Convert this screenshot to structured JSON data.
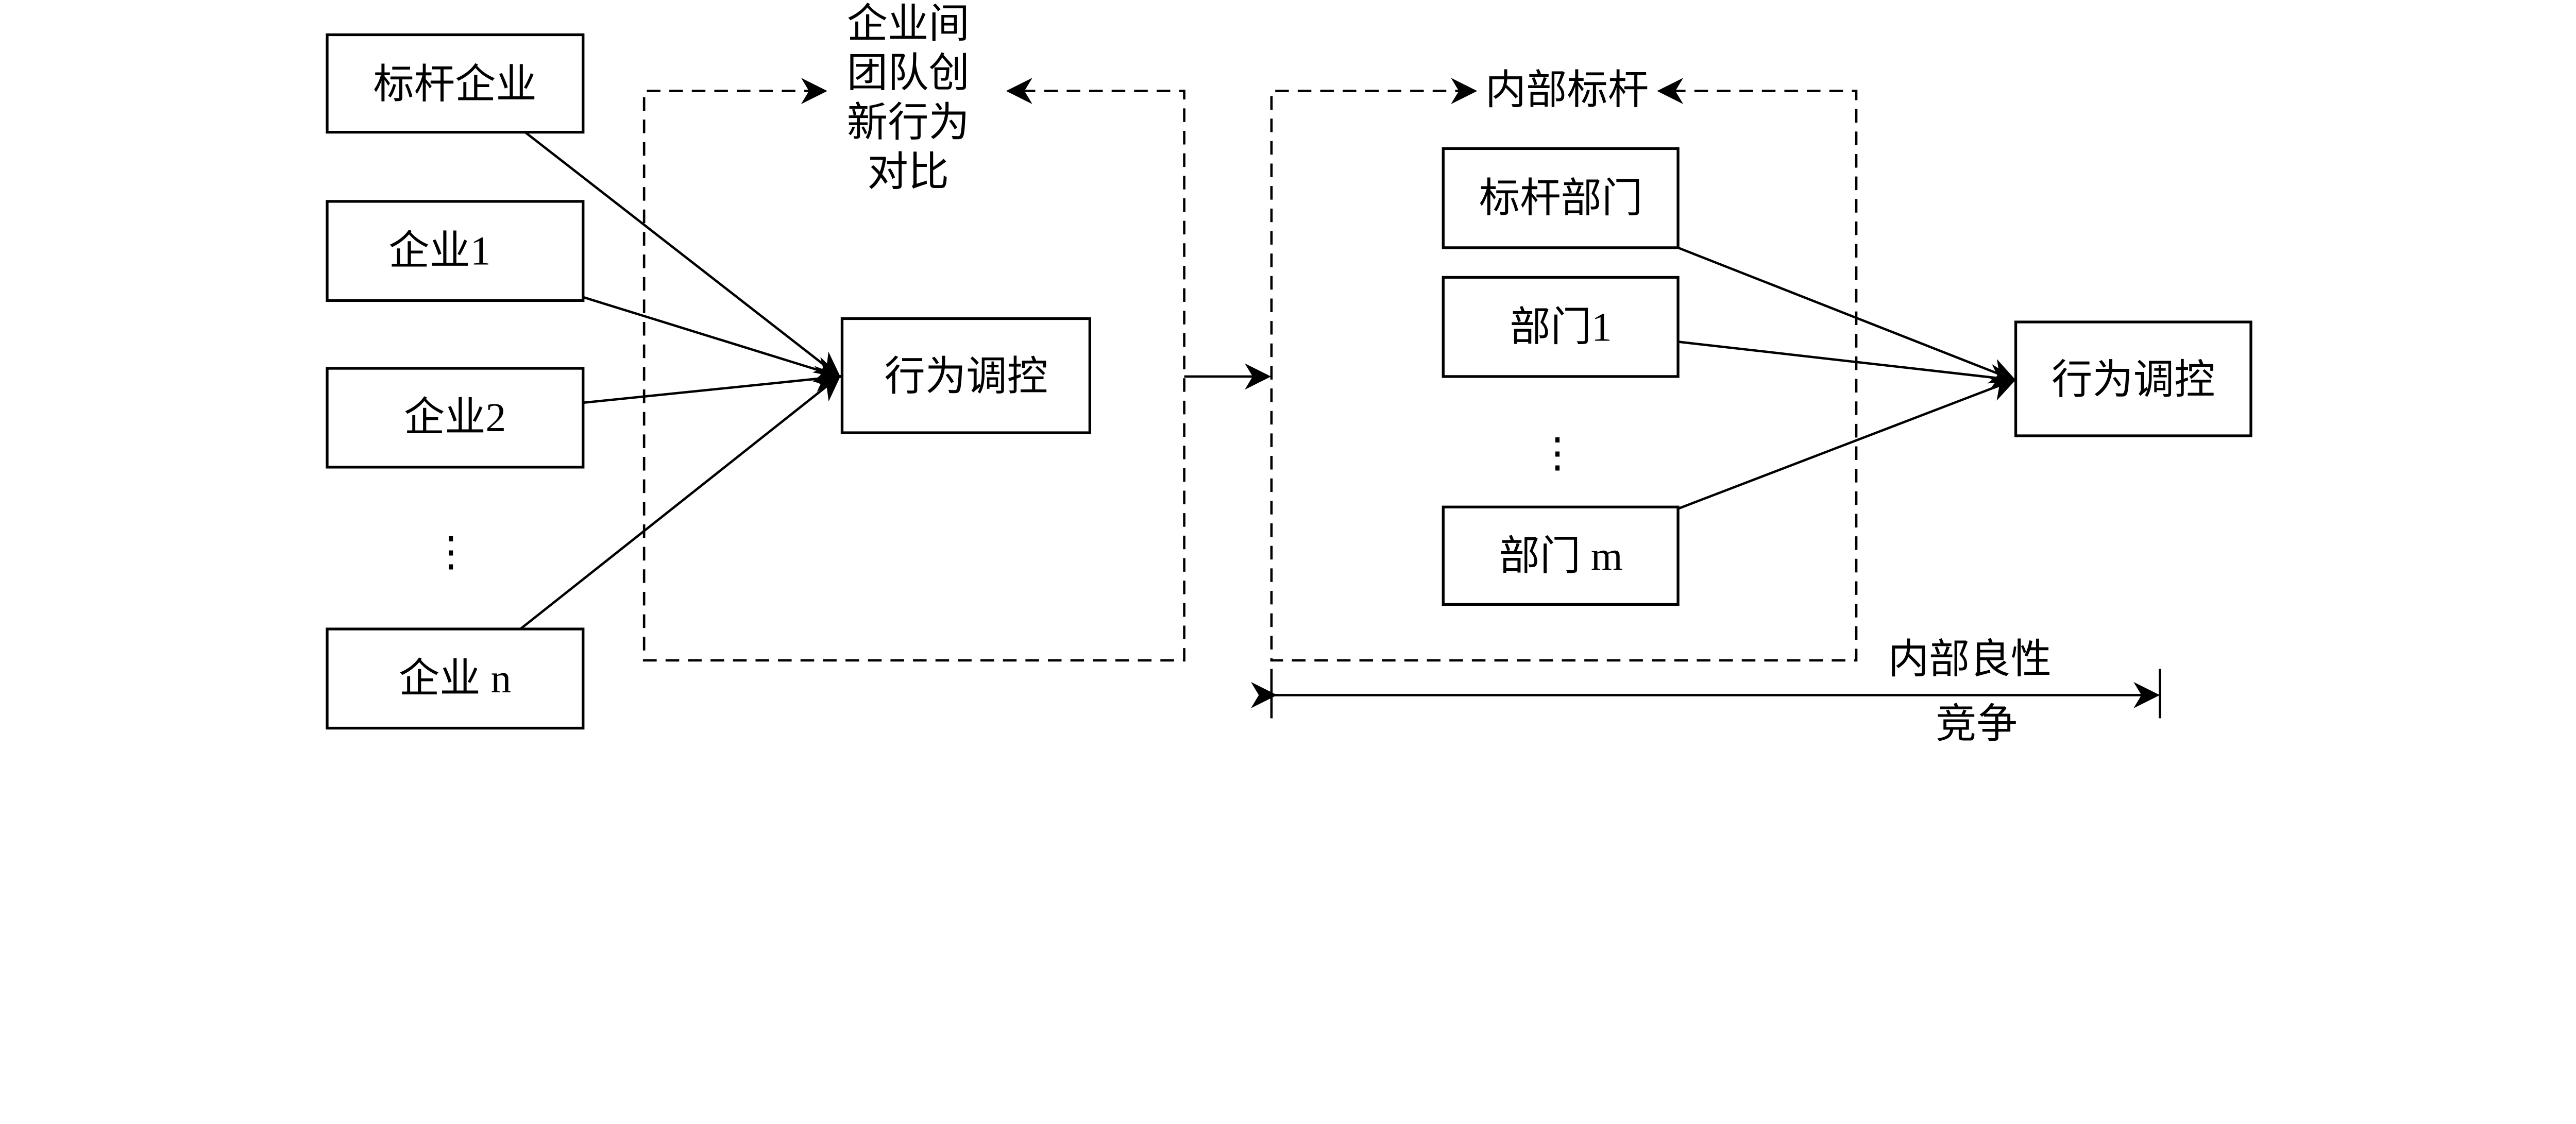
{
  "left": {
    "sources": [
      "标杆企业",
      "企业1",
      "企业2",
      "⋮",
      "企业 n"
    ],
    "comparison_label": [
      "企业间",
      "团队创",
      "新行为",
      "对比"
    ],
    "target": "行为调控"
  },
  "right": {
    "group_label": "内部标杆",
    "sources": [
      "标杆部门",
      "部门1",
      "⋮",
      "部门 m"
    ],
    "target": "行为调控",
    "bottom_label": [
      "内部良性",
      "竞争"
    ]
  }
}
